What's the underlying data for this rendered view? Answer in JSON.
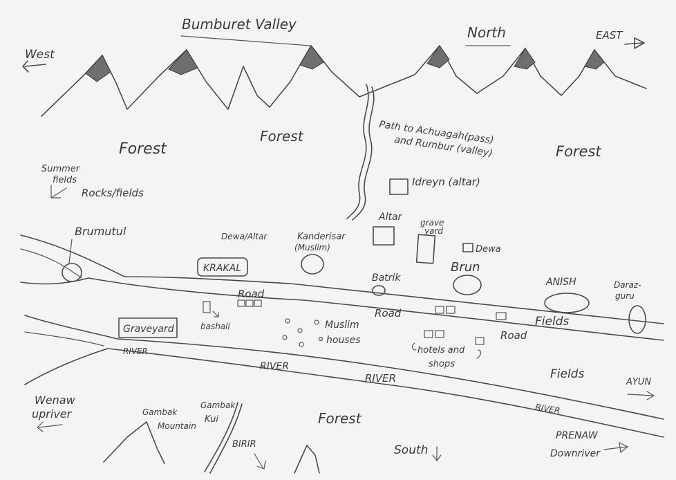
{
  "title": "Bumburet Valley",
  "compass": {
    "north": "North",
    "east": "EAST",
    "west": "West",
    "south": "South"
  },
  "labels": {
    "forest_1": "Forest",
    "forest_2": "Forest",
    "forest_3": "Forest",
    "forest_south": "Forest",
    "summer_fields_line1": "Summer",
    "summer_fields_line2": "fields",
    "rocks_fields": "Rocks/fields",
    "path_line1": "Path to Achuagah(pass)",
    "path_line2": "and Rumbur (valley)",
    "idreyn": "Idreyn (altar)",
    "altar": "Altar",
    "graveyard_1": "grave",
    "graveyard_2": "yard",
    "dewa": "Dewa",
    "brun": "Brun",
    "batrik": "Batrik",
    "anish": "ANISH",
    "darazguru_1": "Daraz-",
    "darazguru_2": "guru",
    "brumutul": "Brumutul",
    "dewa_altar": "Dewa/Altar",
    "kanderisar": "Kanderisar",
    "kanderisar_sub": "(Muslim)",
    "krakal": "KRAKAL",
    "road_1": "Road",
    "road_2": "Road",
    "road_3": "Road",
    "bashali": "bashali",
    "muslim_houses_1": "Muslim",
    "muslim_houses_2": "houses",
    "graveyard_west": "Graveyard",
    "hotels_1": "hotels and",
    "hotels_2": "shops",
    "fields_1": "Fields",
    "fields_2": "Fields",
    "river_1": "RIVER",
    "river_2": "RIVER",
    "river_3": "RIVER",
    "river_4": "RIVER",
    "ayun": "AYUN",
    "wenaw_1": "Wenaw",
    "wenaw_2": "upriver",
    "gambak_mountain_1": "Gambak",
    "gambak_mountain_2": "Mountain",
    "gambak_kui_1": "Gambak",
    "gambak_kui_2": "Kui",
    "birir": "BIRIR",
    "prenaw_1": "PRENAW",
    "prenaw_2": "Downriver"
  },
  "icons": {
    "arrow": "arrow-icon",
    "peak": "mountain-peak-icon",
    "house": "house-icon"
  },
  "colors": {
    "paper": "#f4f4f2",
    "ink": "#4a4a4a",
    "peak_shade": "#6e6e6e"
  }
}
